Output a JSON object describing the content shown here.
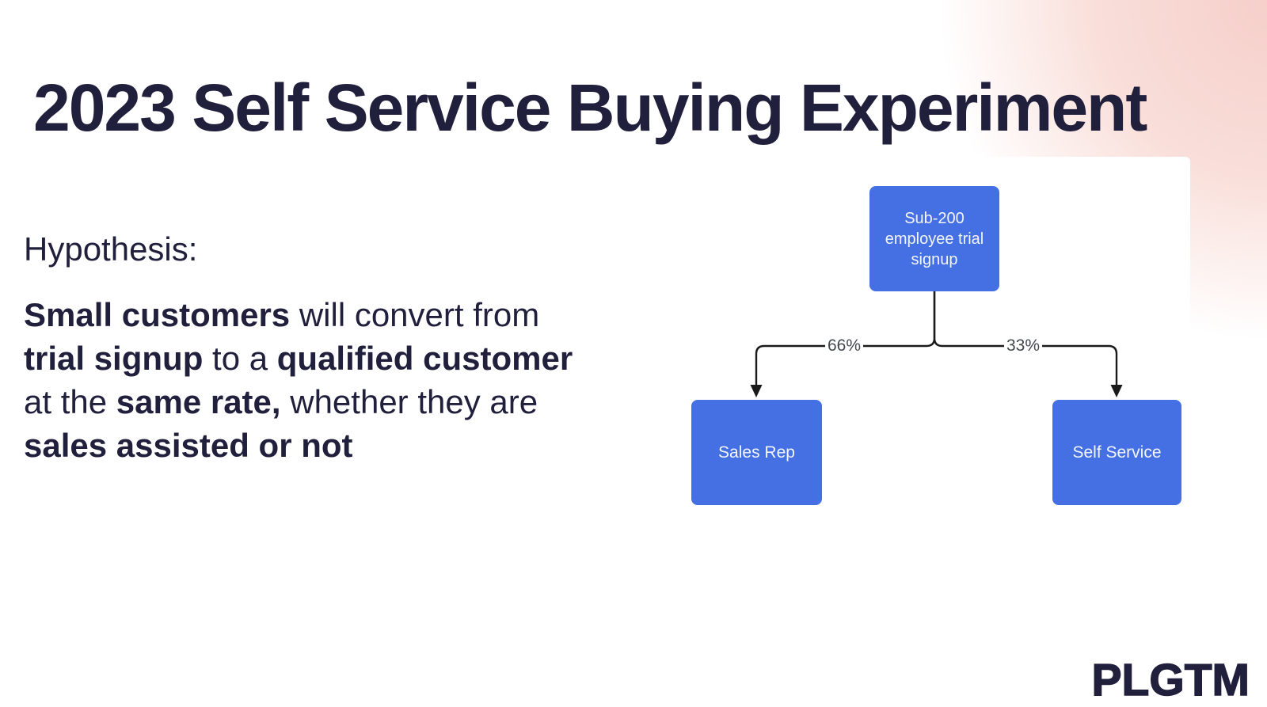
{
  "page": {
    "title": "2023 Self Service Buying Experiment",
    "brand": "PLGTM"
  },
  "colors": {
    "navy": "#201F3C",
    "accent": "#4470E3",
    "blush": "#F6CFCA",
    "line": "#1A1A1A",
    "muted": "#43474F"
  },
  "hypothesis": {
    "label": "Hypothesis:",
    "lines": [
      [
        {
          "t": "Small customers",
          "b": true
        },
        {
          "t": " will convert from",
          "b": false
        }
      ],
      [
        {
          "t": "trial signup",
          "b": true
        },
        {
          "t": " to a ",
          "b": false
        },
        {
          "t": "qualified customer",
          "b": true
        }
      ],
      [
        {
          "t": "at the ",
          "b": false
        },
        {
          "t": "same rate,",
          "b": true
        },
        {
          "t": " whether they are",
          "b": false
        }
      ],
      [
        {
          "t": "sales assisted or not",
          "b": true
        }
      ]
    ]
  },
  "diagram": {
    "root_box": {
      "label": "Sub-200 employee trial signup"
    },
    "branches": [
      {
        "percent": "66%",
        "box": "Sales Rep"
      },
      {
        "percent": "33%",
        "box": "Self Service"
      }
    ]
  }
}
